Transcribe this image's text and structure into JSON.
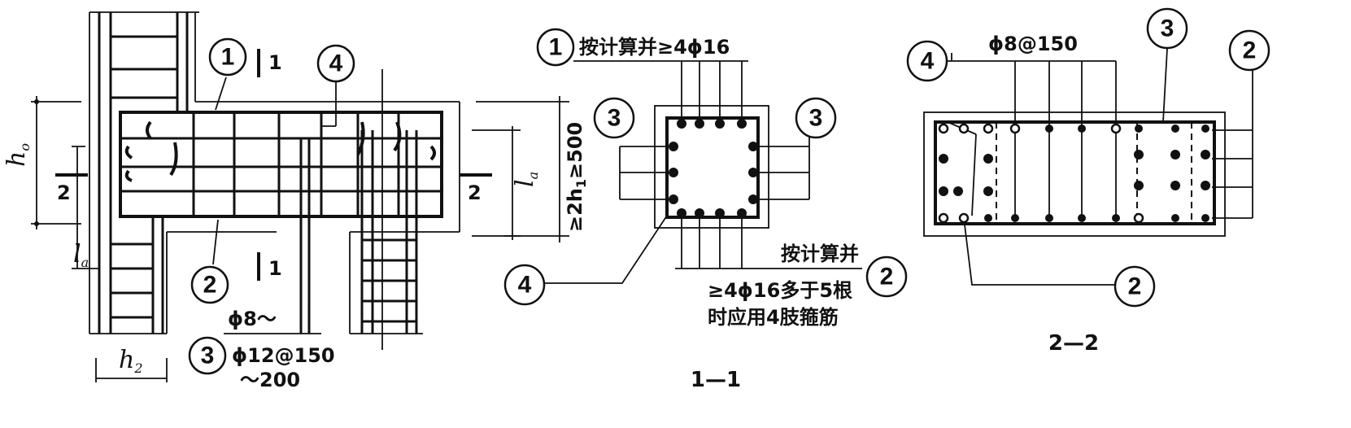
{
  "left_view": {
    "ho_label": "h",
    "ho_sub": "o",
    "h2_label": "h",
    "h2_sub": "2",
    "la_label": "l",
    "la_sub": "a",
    "section_2_left": "2",
    "section_1_top": "1",
    "section_1_bottom": "1",
    "callout_1": "1",
    "callout_2": "2",
    "callout_3": "3",
    "callout_4": "4",
    "stirrup_line1": "ϕ8～",
    "stirrup_line2": "ϕ12@150",
    "stirrup_line3": "～200",
    "la_right_label": "l",
    "la_right_sub": "a",
    "section_2_right": "2",
    "dim_2h1": "≥2h",
    "dim_2h1_sub": "1",
    "dim_2h1_tail": "≥500"
  },
  "section_1_1": {
    "caption": "1—1",
    "callout_1": "1",
    "callout_1_text": "按计算并≥4ϕ16",
    "callout_2": "2",
    "callout_2_line1": "按计算并",
    "callout_2_line2": "≥4ϕ16多于5根",
    "callout_2_line3": "时应用4肢箍筋",
    "callout_3_left": "3",
    "callout_3_right": "3",
    "callout_4": "4"
  },
  "section_2_2": {
    "caption": "2—2",
    "callout_2_top": "2",
    "callout_2_bottom": "2",
    "callout_3": "3",
    "callout_4": "4",
    "stirrup_text": "ϕ8@150"
  }
}
